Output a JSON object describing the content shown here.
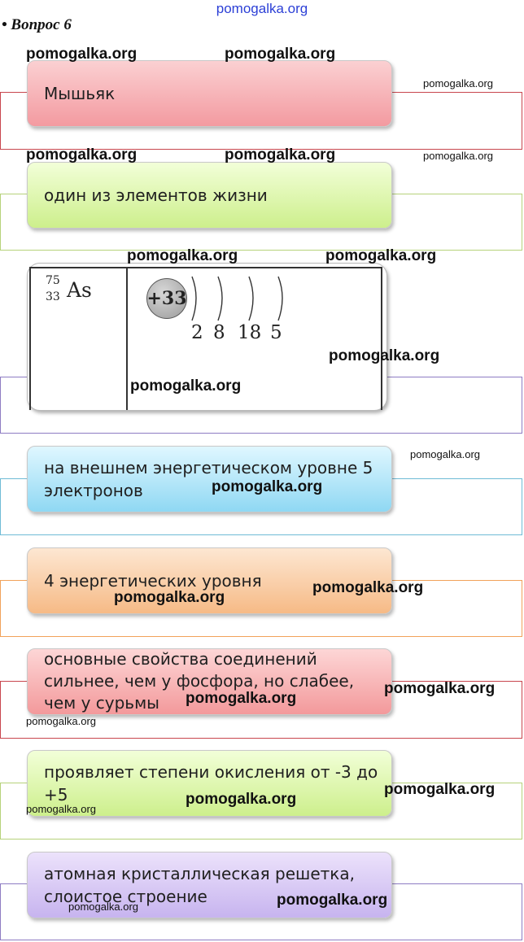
{
  "watermark_top": "pomogalka.org",
  "question_title": "• Вопрос 6",
  "watermark": "pomogalka.org",
  "cards": [
    {
      "text": "Мышьяк",
      "color_top": "#fbd0d2",
      "color_bottom": "#f39aa0",
      "frame_color": "#c8464e"
    },
    {
      "text": "один из элементов жизни",
      "color_top": "#f2ffd8",
      "color_bottom": "#cdef8c",
      "frame_color": "#b6d27a"
    },
    {
      "text": "на внешнем энергетическом уровне 5 электронов",
      "color_top": "#e0f7ff",
      "color_bottom": "#8fd8f3",
      "frame_color": "#6fbbd6"
    },
    {
      "text": "4 энергетических уровня",
      "color_top": "#fde7d2",
      "color_bottom": "#f6ba86",
      "frame_color": "#f1a25a"
    },
    {
      "text": "основные свойства соединений сильнее, чем у фосфора, но слабее, чем у сурьмы",
      "color_top": "#fdd6d6",
      "color_bottom": "#f3999b",
      "frame_color": "#c8464e"
    },
    {
      "text": "проявляет степени окисления от -3 до +5",
      "color_top": "#f2ffd8",
      "color_bottom": "#cdef8c",
      "frame_color": "#b6d27a"
    },
    {
      "text": "атомная кристаллическая решетка, слоистое строение",
      "color_top": "#ece2fb",
      "color_bottom": "#c7b4ef",
      "frame_color": "#8e7cc3"
    }
  ],
  "atom": {
    "mass_number": "75",
    "atomic_number": "33",
    "symbol": "As",
    "nucleus_charge": "+33",
    "shells": [
      "2",
      "8",
      "18",
      "5"
    ],
    "frame_color": "#8e7cc3"
  }
}
